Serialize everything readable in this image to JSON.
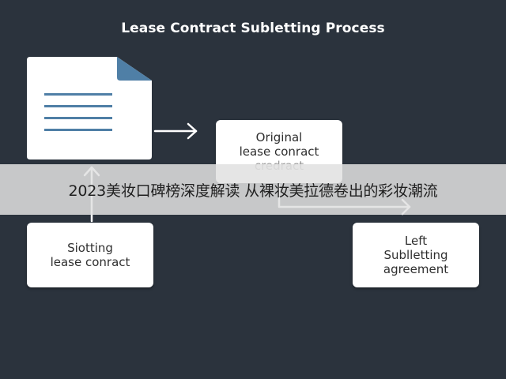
{
  "diagram": {
    "title": "Lease Contract Subletting Process",
    "nodes": {
      "original": {
        "lines": [
          "Original",
          "lease conract",
          "credract"
        ]
      },
      "slotting": {
        "lines": [
          "Siotting",
          "lease conract"
        ]
      },
      "left": {
        "lines": [
          "Left",
          "Sublletting",
          "agreement"
        ]
      }
    },
    "document_icon": "document-icon"
  },
  "overlay_banner": {
    "text": "2023美妆口碑榜深度解读 从裸妆美拉德卷出的彩妆潮流"
  },
  "colors": {
    "background": "#2b333d",
    "box": "#ffffff",
    "doc_fold": "#4f7fa6",
    "doc_lines": "#4f7fa6",
    "arrow": "#ffffff"
  }
}
